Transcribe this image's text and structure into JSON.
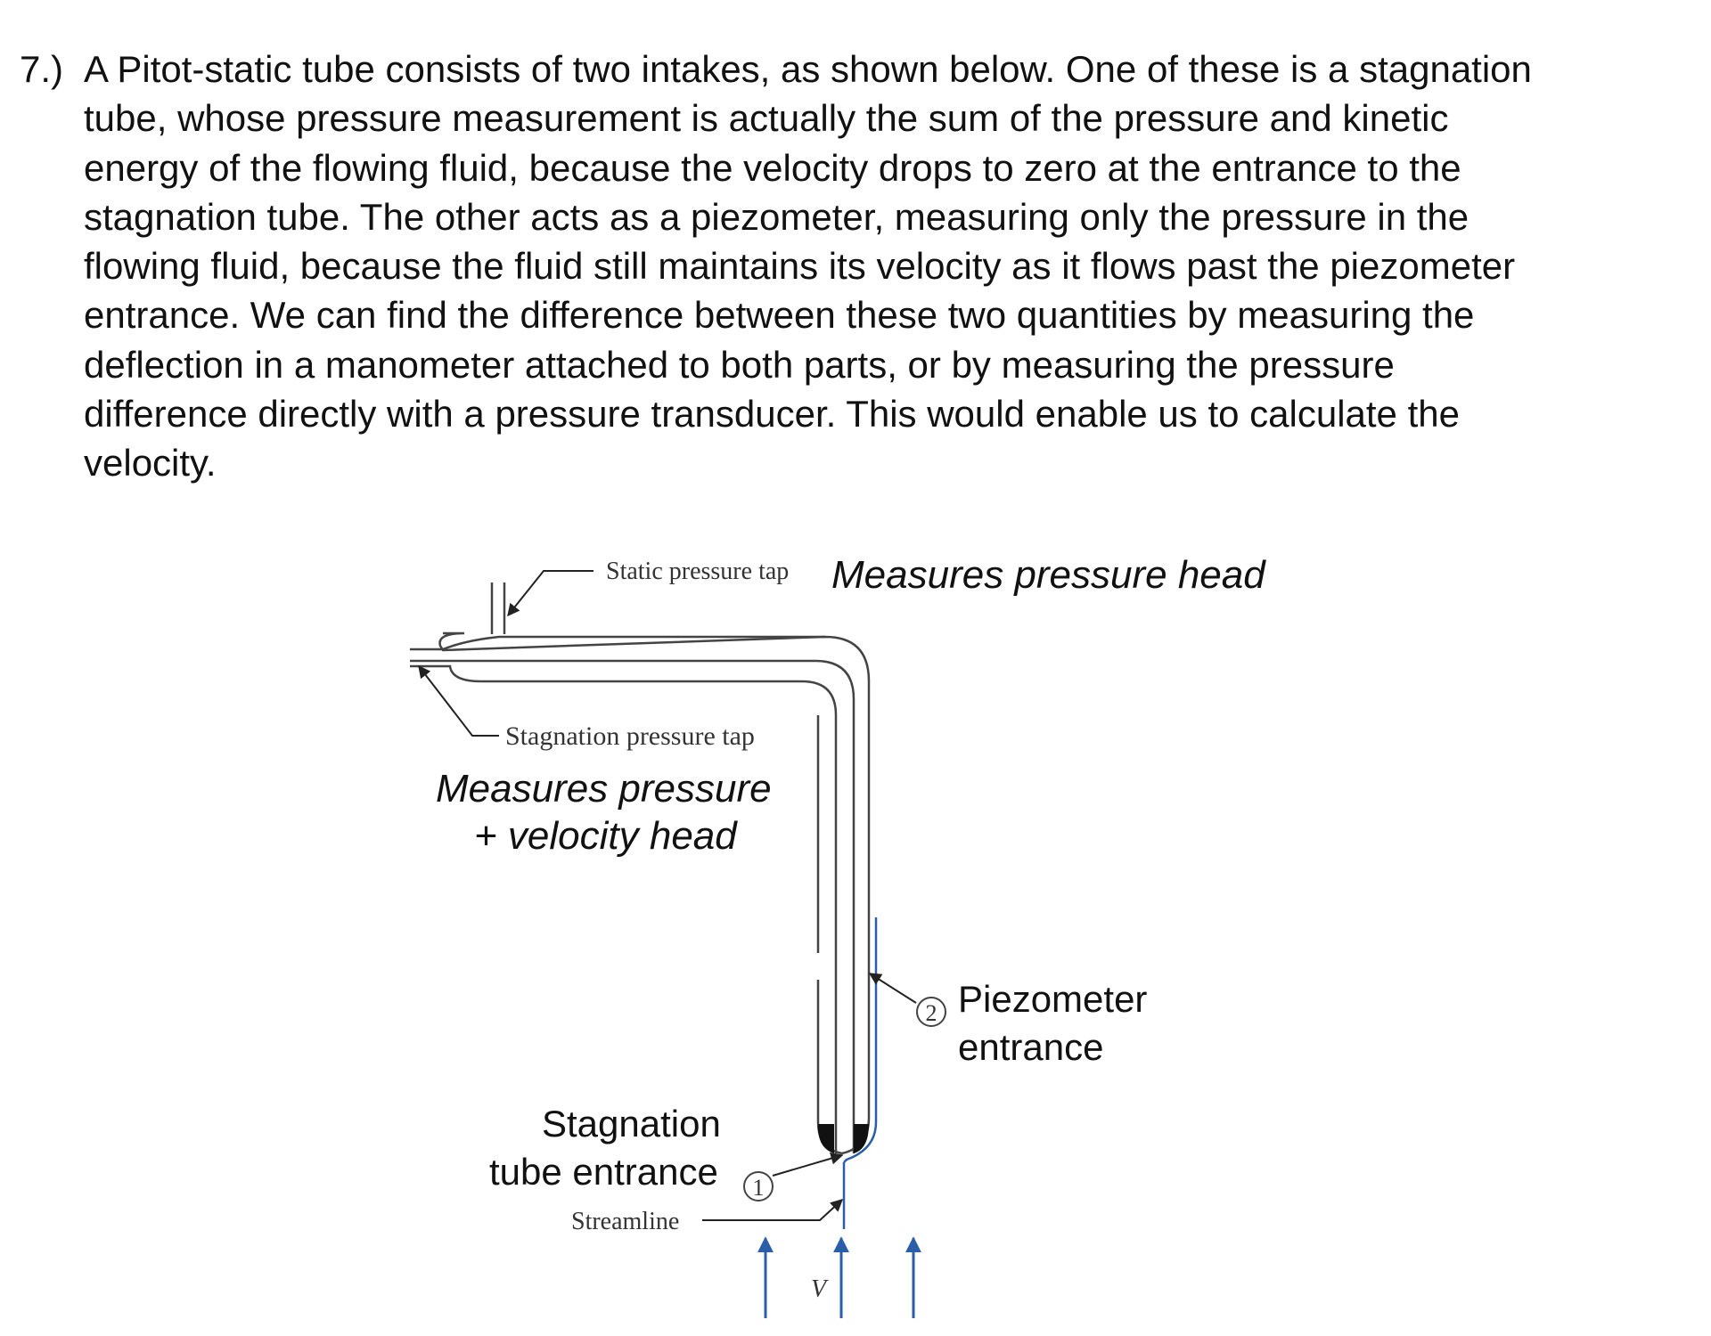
{
  "problem": {
    "number": "7.)",
    "lines": [
      "A Pitot-static tube consists of two intakes, as shown below. One of these is a stagnation",
      "tube, whose pressure measurement is actually the sum of the pressure and kinetic",
      "energy of the flowing fluid, because the velocity drops to zero at the entrance to the",
      "stagnation tube. The other acts as a piezometer, measuring only the pressure in the",
      "flowing fluid, because the fluid still maintains its velocity as it flows past the piezometer",
      "entrance. We can find the difference between these two quantities by measuring the",
      "deflection in a manometer attached to both parts, or by measuring the pressure",
      "difference directly with a pressure transducer. This would enable us to calculate the",
      "velocity."
    ]
  },
  "diagram": {
    "static_tap_label": "Static pressure tap",
    "static_tap_note": "Measures pressure head",
    "stagnation_tap_label": "Stagnation pressure tap",
    "stagnation_tap_note_line1": "Measures pressure",
    "stagnation_tap_note_line2": "+ velocity head",
    "piezometer_label_line1": "Piezometer",
    "piezometer_label_line2": "entrance",
    "stagnation_entrance_line1": "Stagnation",
    "stagnation_entrance_line2": "tube entrance",
    "streamline_label": "Streamline",
    "velocity_label": "V",
    "point_1": "1",
    "point_2": "2",
    "colors": {
      "tube": "#444444",
      "flow": "#2a5ea8"
    }
  }
}
